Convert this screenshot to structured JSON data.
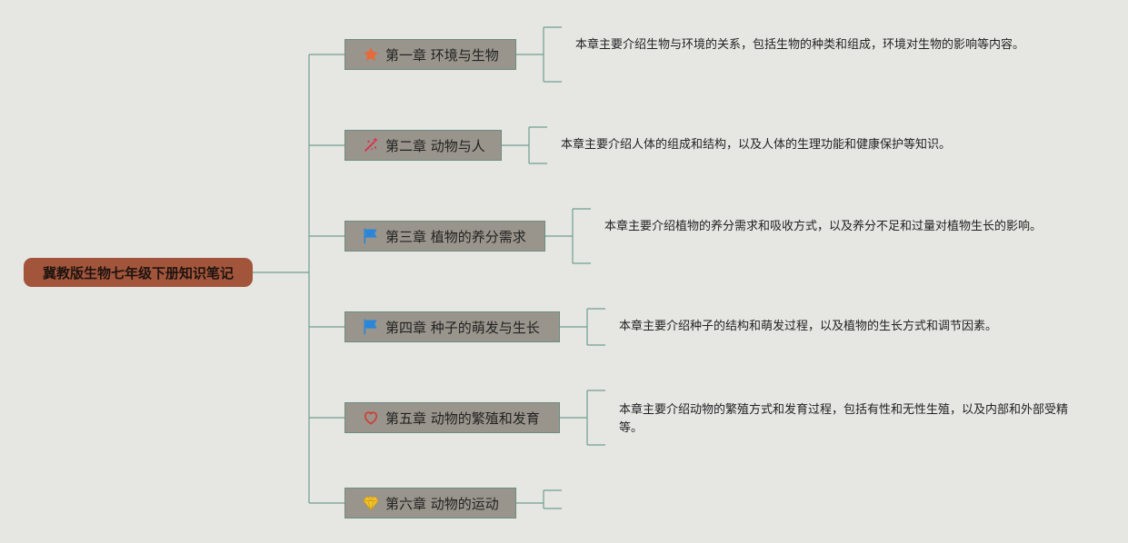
{
  "root": {
    "title": "冀教版生物七年级下册知识笔记"
  },
  "chapters": [
    {
      "title": "第一章 环境与生物",
      "icon": "star-icon",
      "color": "#e8693a",
      "description": "本章主要介绍生物与环境的关系，包括生物的种类和组成，环境对生物的影响等内容。"
    },
    {
      "title": "第二章 动物与人",
      "icon": "wand-icon",
      "color": "#d6324d",
      "description": "本章主要介绍人体的组成和结构，以及人体的生理功能和健康保护等知识。"
    },
    {
      "title": "第三章 植物的养分需求",
      "icon": "flag-icon",
      "color": "#2b86d8",
      "description": "本章主要介绍植物的养分需求和吸收方式，以及养分不足和过量对植物生长的影响。"
    },
    {
      "title": "第四章 种子的萌发与生长",
      "icon": "flag-icon",
      "color": "#2b86d8",
      "description": "本章主要介绍种子的结构和萌发过程，以及植物的生长方式和调节因素。"
    },
    {
      "title": "第五章 动物的繁殖和发育",
      "icon": "heart-icon",
      "color": "#d03a30",
      "description": "本章主要介绍动物的繁殖方式和发育过程，包括有性和无性生殖，以及内部和外部受精等。"
    },
    {
      "title": "第六章 动物的运动",
      "icon": "diamond-icon",
      "color": "#f2c22e",
      "description": ""
    }
  ]
}
